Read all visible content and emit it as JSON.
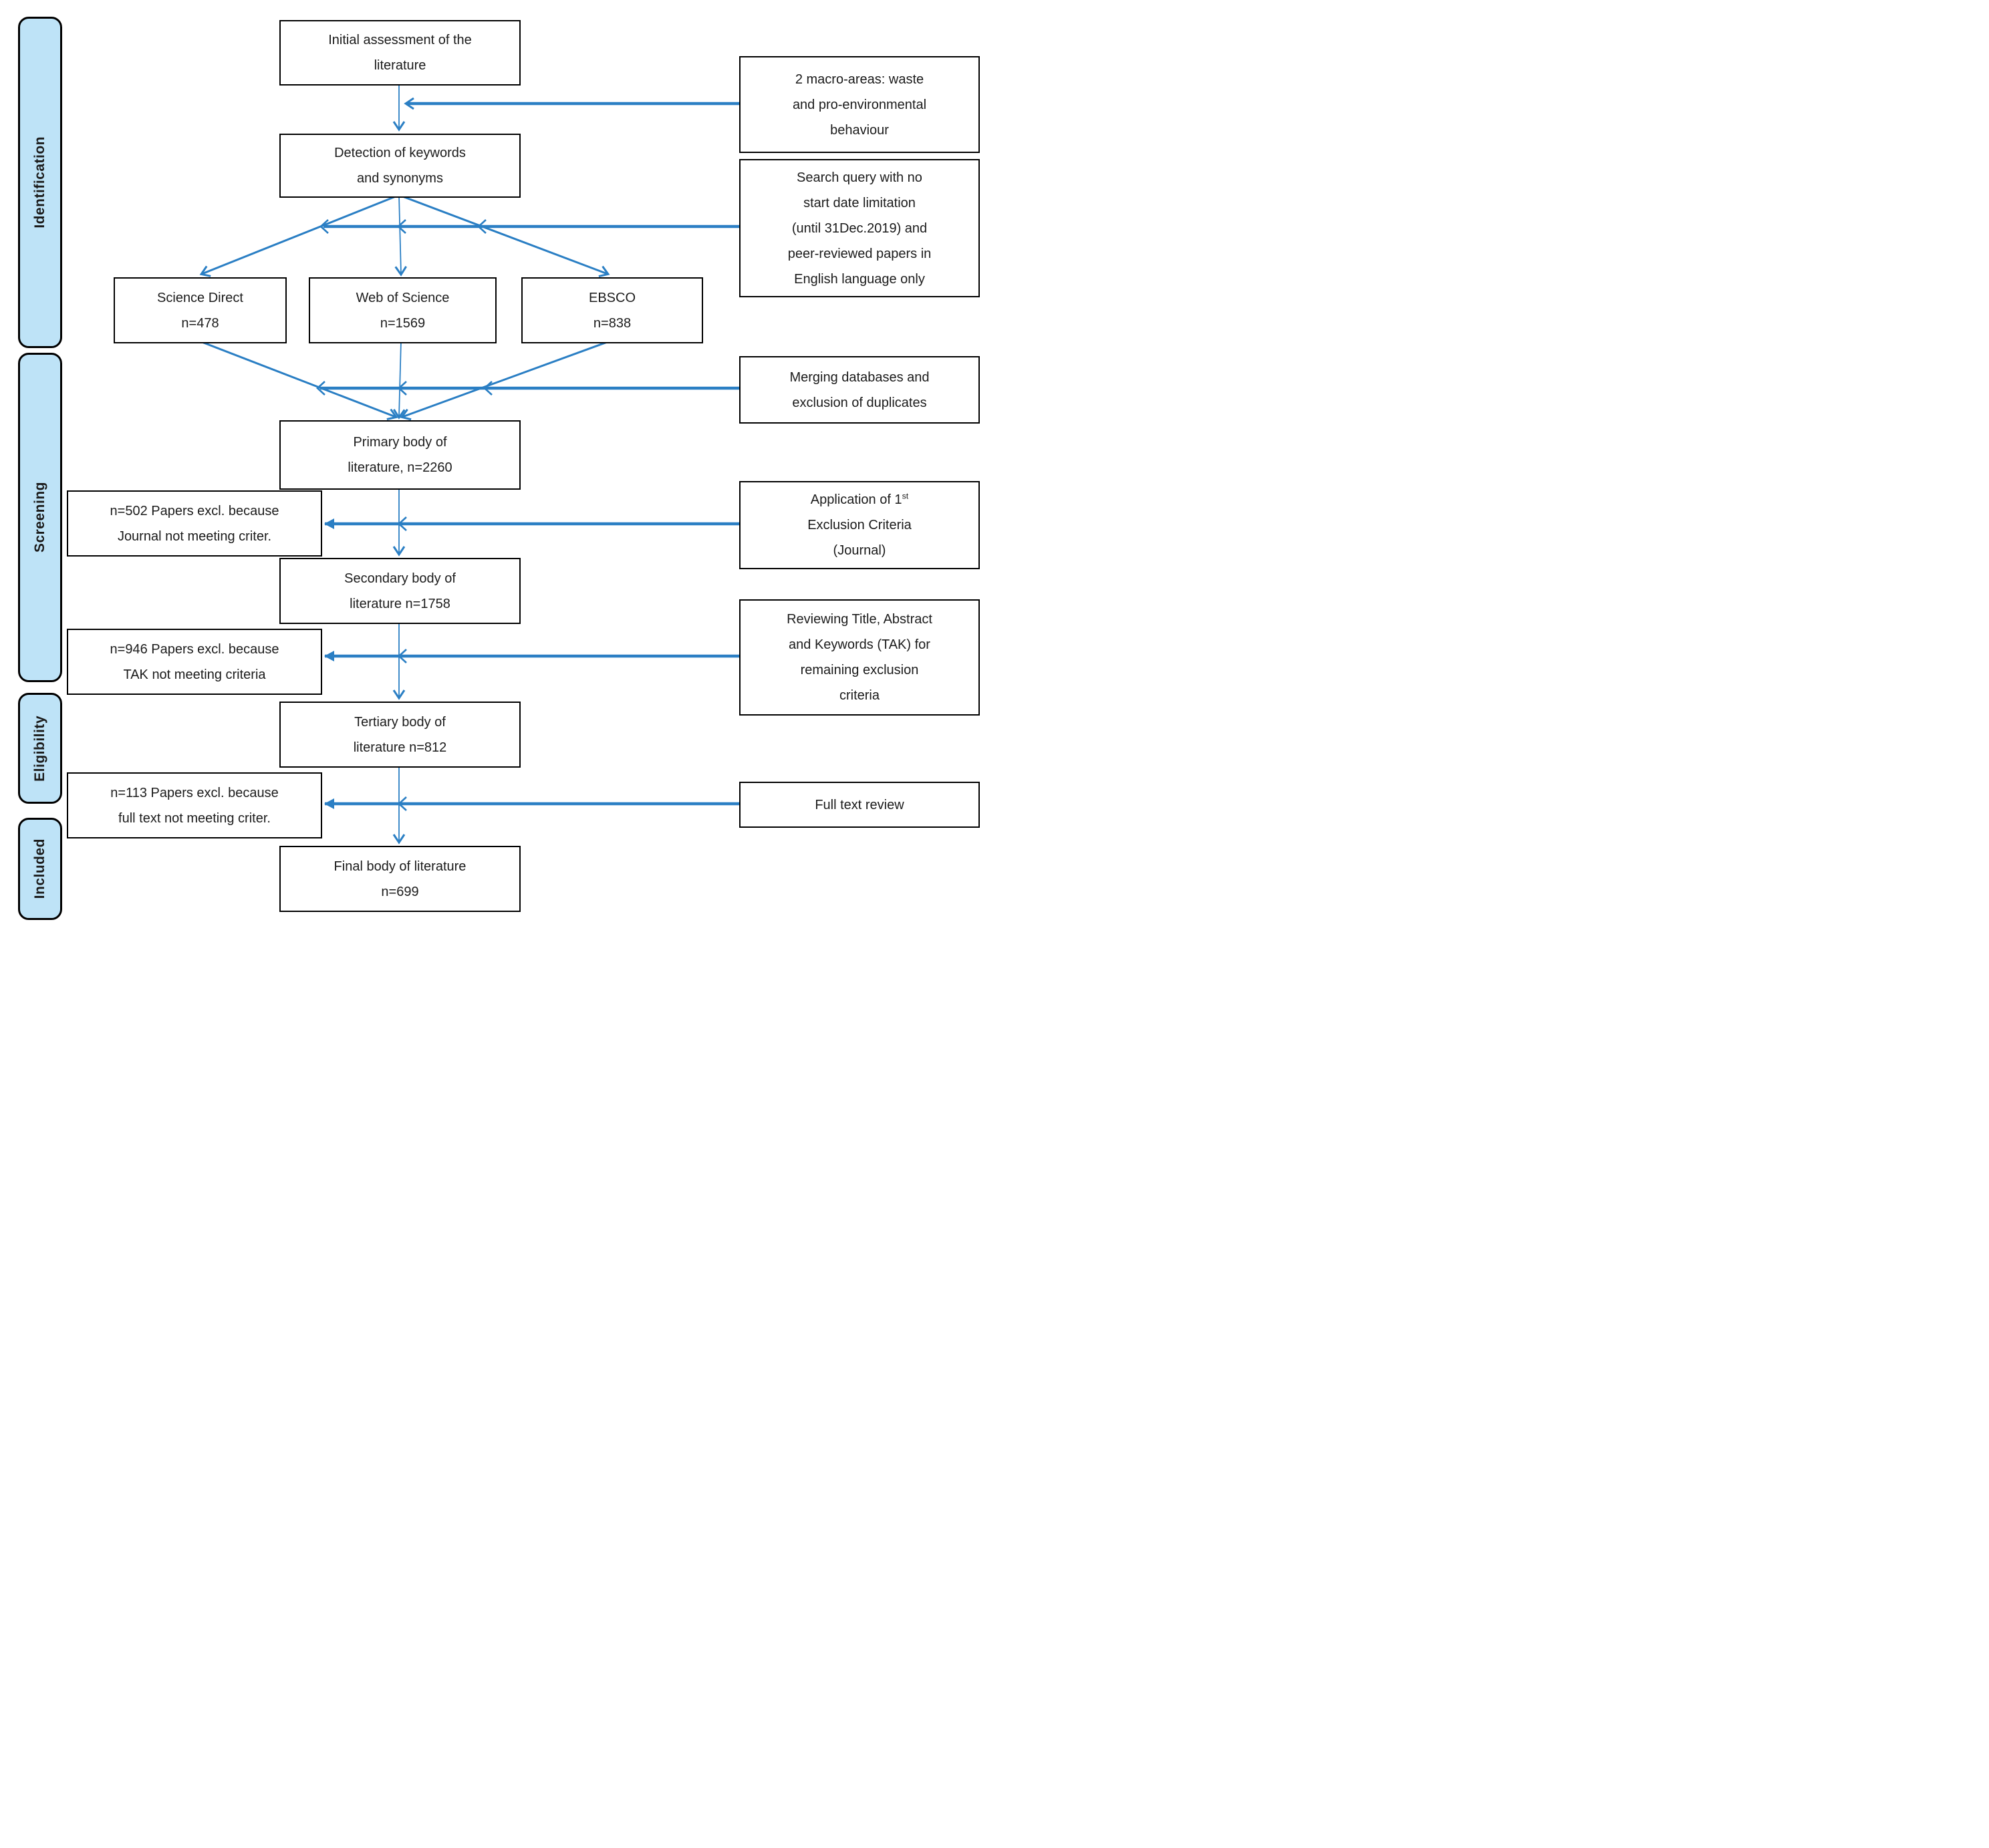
{
  "colors": {
    "accent": "#2B7FC4",
    "stage_fill": "#BEE3F7",
    "border": "#000000",
    "background": "#FFFFFF"
  },
  "stages": [
    {
      "label": "Identification"
    },
    {
      "label": "Screening"
    },
    {
      "label": "Eligibility"
    },
    {
      "label": "Included"
    }
  ],
  "nodes": {
    "initial": {
      "lines": [
        "Initial assessment of the",
        "literature"
      ]
    },
    "detection": {
      "lines": [
        "Detection of keywords",
        "and synonyms"
      ]
    },
    "science_direct": {
      "name": "Science Direct",
      "count": "n=478"
    },
    "web_of_science": {
      "name": "Web of Science",
      "count": "n=1569"
    },
    "ebsco": {
      "name": "EBSCO",
      "count": "n=838"
    },
    "primary": {
      "lines": [
        "Primary body of",
        "literature, n=2260"
      ]
    },
    "secondary": {
      "lines": [
        "Secondary body of",
        "literature n=1758"
      ]
    },
    "tertiary": {
      "lines": [
        "Tertiary body of",
        "literature n=812"
      ]
    },
    "final": {
      "lines": [
        "Final body of literature",
        "n=699"
      ]
    }
  },
  "exclusions": [
    {
      "lines": [
        "n=502 Papers excl. because",
        "Journal not meeting criter."
      ]
    },
    {
      "lines": [
        "n=946 Papers excl. because",
        "TAK not meeting criteria"
      ]
    },
    {
      "lines": [
        "n=113 Papers excl. because",
        "full text not meeting criter."
      ]
    }
  ],
  "annotations": {
    "macro_areas": {
      "lines": [
        "2 macro-areas: waste",
        "and pro-environmental",
        "behaviour"
      ]
    },
    "search_query": {
      "lines": [
        "Search query with no",
        "start date limitation",
        "(until 31Dec.2019) and",
        "peer-reviewed papers in",
        "English language only"
      ]
    },
    "merging": {
      "lines": [
        "Merging databases and",
        "exclusion of duplicates"
      ]
    },
    "first_criteria": {
      "line1_pre": "Application of 1",
      "line1_sup": "st",
      "line2": "Exclusion Criteria",
      "line3": "(Journal)"
    },
    "tak_review": {
      "lines": [
        "Reviewing Title, Abstract",
        "and Keywords (TAK) for",
        "remaining exclusion",
        "criteria"
      ]
    },
    "full_text": {
      "lines": [
        "Full text review"
      ]
    }
  }
}
